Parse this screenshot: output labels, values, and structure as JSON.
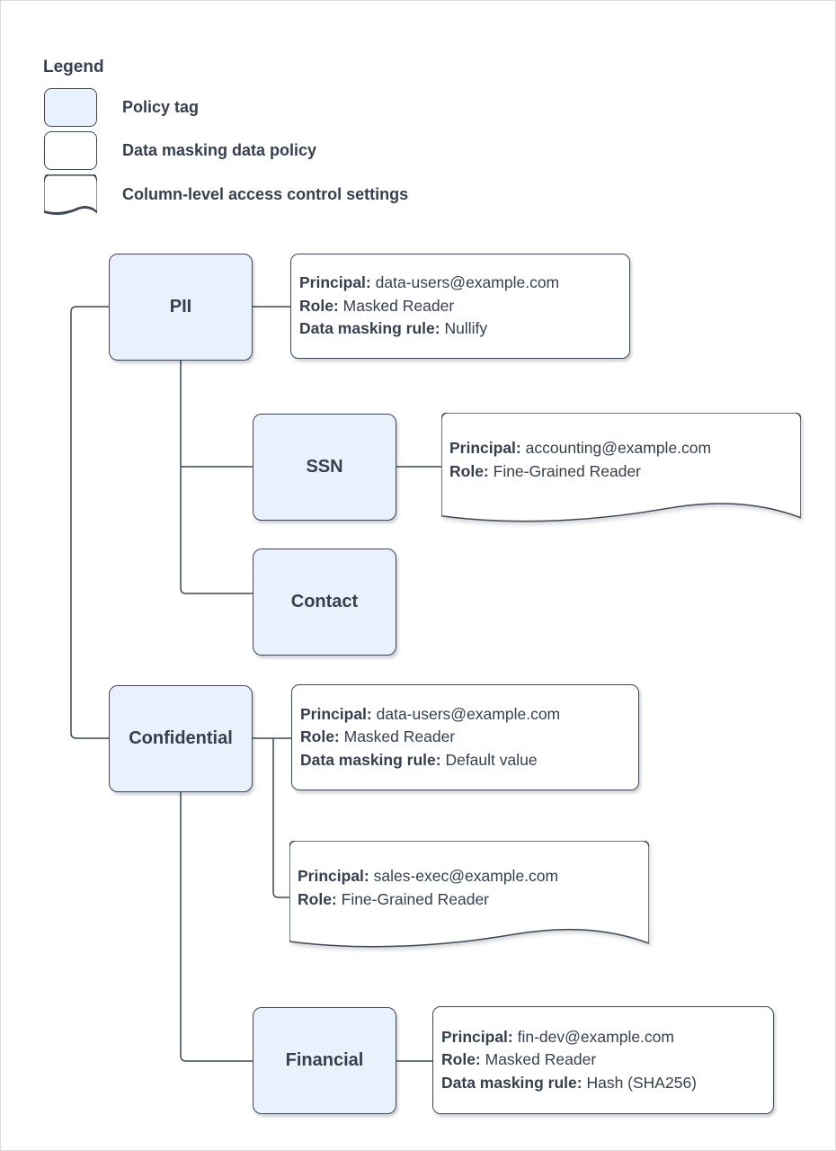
{
  "legend": {
    "title": "Legend",
    "items": [
      {
        "swatch": "policy-tag-swatch",
        "label": "Policy tag"
      },
      {
        "swatch": "data-policy-swatch",
        "label": "Data masking data policy"
      },
      {
        "swatch": "document-swatch",
        "label": "Column-level access control settings"
      }
    ]
  },
  "tags": {
    "pii": "PII",
    "ssn": "SSN",
    "contact": "Contact",
    "confidential": "Confidential",
    "financial": "Financial"
  },
  "policies": {
    "pii": {
      "lines": [
        {
          "label": "Principal:",
          "value": "data-users@example.com"
        },
        {
          "label": "Role:",
          "value": "Masked Reader"
        },
        {
          "label": "Data masking rule:",
          "value": "Nullify"
        }
      ]
    },
    "ssn_access": {
      "lines": [
        {
          "label": "Principal:",
          "value": "accounting@example.com"
        },
        {
          "label": "Role:",
          "value": "Fine-Grained Reader"
        }
      ]
    },
    "confidential": {
      "lines": [
        {
          "label": "Principal:",
          "value": "data-users@example.com"
        },
        {
          "label": "Role:",
          "value": "Masked Reader"
        },
        {
          "label": "Data masking rule:",
          "value": "Default value"
        }
      ]
    },
    "confidential_access": {
      "lines": [
        {
          "label": "Principal:",
          "value": "sales-exec@example.com"
        },
        {
          "label": "Role:",
          "value": "Fine-Grained Reader"
        }
      ]
    },
    "financial": {
      "lines": [
        {
          "label": "Principal:",
          "value": "fin-dev@example.com"
        },
        {
          "label": "Role:",
          "value": "Masked Reader"
        },
        {
          "label": "Data masking rule:",
          "value": "Hash (SHA256)"
        }
      ]
    }
  },
  "colors": {
    "policy_tag_fill": "#e9f1fc",
    "stroke": "#3d4856",
    "text": "#363f4e",
    "background": "#ffffff"
  }
}
